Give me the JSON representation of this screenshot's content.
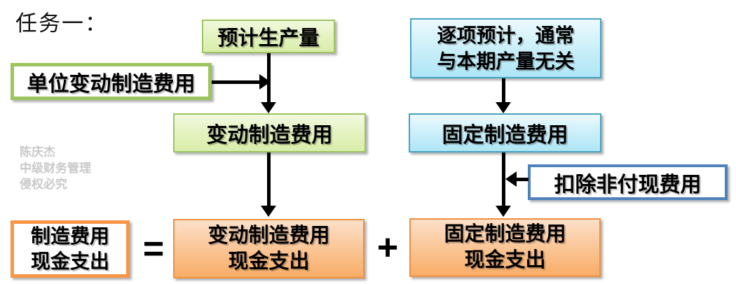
{
  "title": "任务一：",
  "watermark": {
    "line1": "陈庆杰",
    "line2": "中级财务管理",
    "line3": "侵权必究"
  },
  "nodes": {
    "expected_production": {
      "label": "预计生产量"
    },
    "unit_variable_overhead": {
      "label": "单位变动制造费用"
    },
    "variable_overhead": {
      "label": "变动制造费用"
    },
    "itemized_note": {
      "line1": "逐项预计，通常",
      "line2": "与本期产量无关"
    },
    "fixed_overhead": {
      "label": "固定制造费用"
    },
    "deduct_noncash": {
      "label": "扣除非付现费用"
    },
    "overhead_cash": {
      "line1": "制造费用",
      "line2": "现金支出"
    },
    "variable_cash": {
      "line1": "变动制造费用",
      "line2": "现金支出"
    },
    "fixed_cash": {
      "line1": "固定制造费用",
      "line2": "现金支出"
    }
  },
  "operators": {
    "equals": "=",
    "plus": "+"
  },
  "colors": {
    "green_border": "#9dc45f",
    "green_fill_top": "#f2f9e0",
    "green_fill_bottom": "#d9edaa",
    "blue_border": "#46a3c0",
    "blue_fill_top": "#ecfafe",
    "blue_fill_bottom": "#aee6f6",
    "blue_callout_border": "#4f81bd",
    "orange_border": "#ee8f3f",
    "orange_fill_top": "#fce0ca",
    "orange_fill_bottom": "#f8ad67",
    "orange_callout_border": "#f79646",
    "watermark_gray": "#c9c9c9",
    "arrow_black": "#000000"
  }
}
